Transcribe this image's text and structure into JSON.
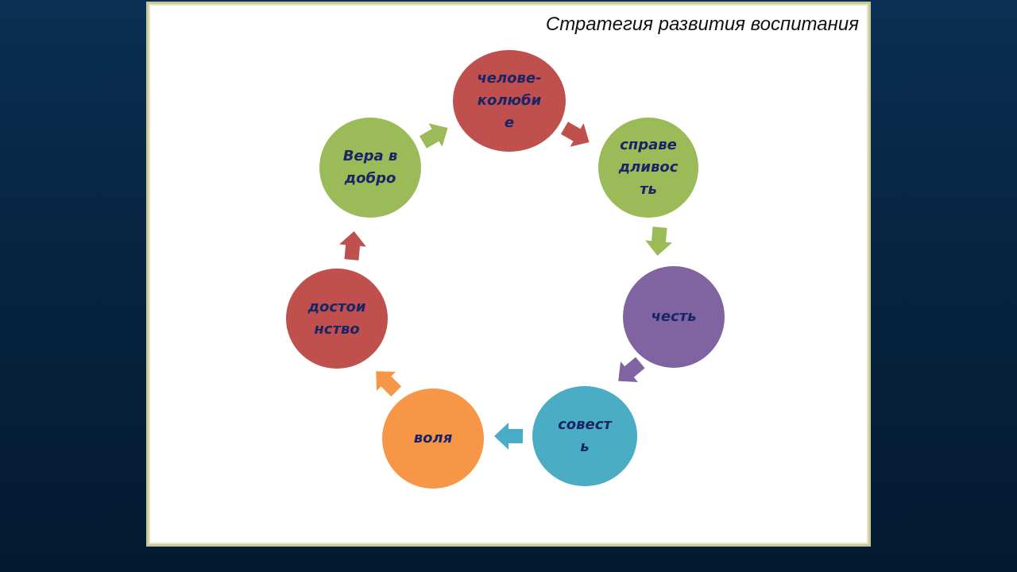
{
  "slide": {
    "title": "Стратегия развития воспитания"
  },
  "nodes": [
    {
      "id": "chelovekolubie",
      "label": "челове-\nколюби\nе",
      "color": "#c0504d"
    },
    {
      "id": "spravedlivost",
      "label": "справе\nдливос\nть",
      "color": "#9bbb59"
    },
    {
      "id": "chest",
      "label": "честь",
      "color": "#8064a2"
    },
    {
      "id": "sovest",
      "label": "совест\nь",
      "color": "#4bacc6"
    },
    {
      "id": "volya",
      "label": "воля",
      "color": "#f79646"
    },
    {
      "id": "dostoinstvo",
      "label": "достои\nнство",
      "color": "#c0504d"
    },
    {
      "id": "vera",
      "label": "Вера в\nдобро",
      "color": "#9bbb59"
    }
  ],
  "arrows": [
    {
      "id": "a1",
      "color": "#c0504d"
    },
    {
      "id": "a2",
      "color": "#9bbb59"
    },
    {
      "id": "a3",
      "color": "#8064a2"
    },
    {
      "id": "a4",
      "color": "#4bacc6"
    },
    {
      "id": "a5",
      "color": "#f79646"
    },
    {
      "id": "a6",
      "color": "#c0504d"
    },
    {
      "id": "a7",
      "color": "#9bbb59"
    }
  ]
}
